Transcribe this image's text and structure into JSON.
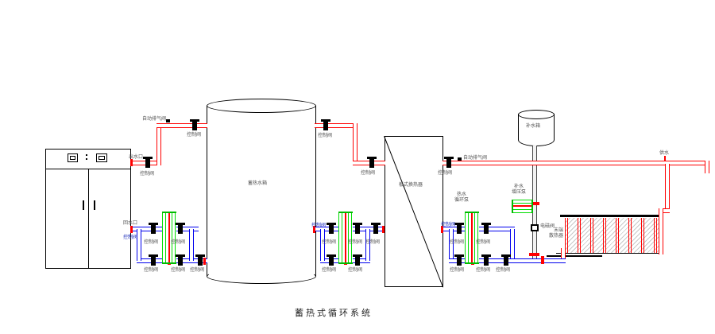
{
  "title": "蓄热式循环系统",
  "colors": {
    "supply_pipe": "#ff0000",
    "return_pipe": "#0000ee",
    "pump": "#00dd00",
    "outline": "#000000",
    "label": "#555555",
    "port_label": "#2233bb"
  },
  "labels": {
    "control_valve": "控制阀",
    "auto_vent_valve": "自动排气阀",
    "solenoid_valve": "电磁阀",
    "outlet_port": "出水口",
    "return_port": "回水口",
    "supply": "供水",
    "storage_tank": "蓄热水箱",
    "plate_heat_exchanger": "板式换热器",
    "makeup_tank": "补水箱",
    "booster_pump_line1": "补水",
    "booster_pump_line2": "增压泵",
    "circ_pump_line1": "热水",
    "circ_pump_line2": "循环泵",
    "radiator_line1": "末端",
    "radiator_line2": "散热器"
  }
}
